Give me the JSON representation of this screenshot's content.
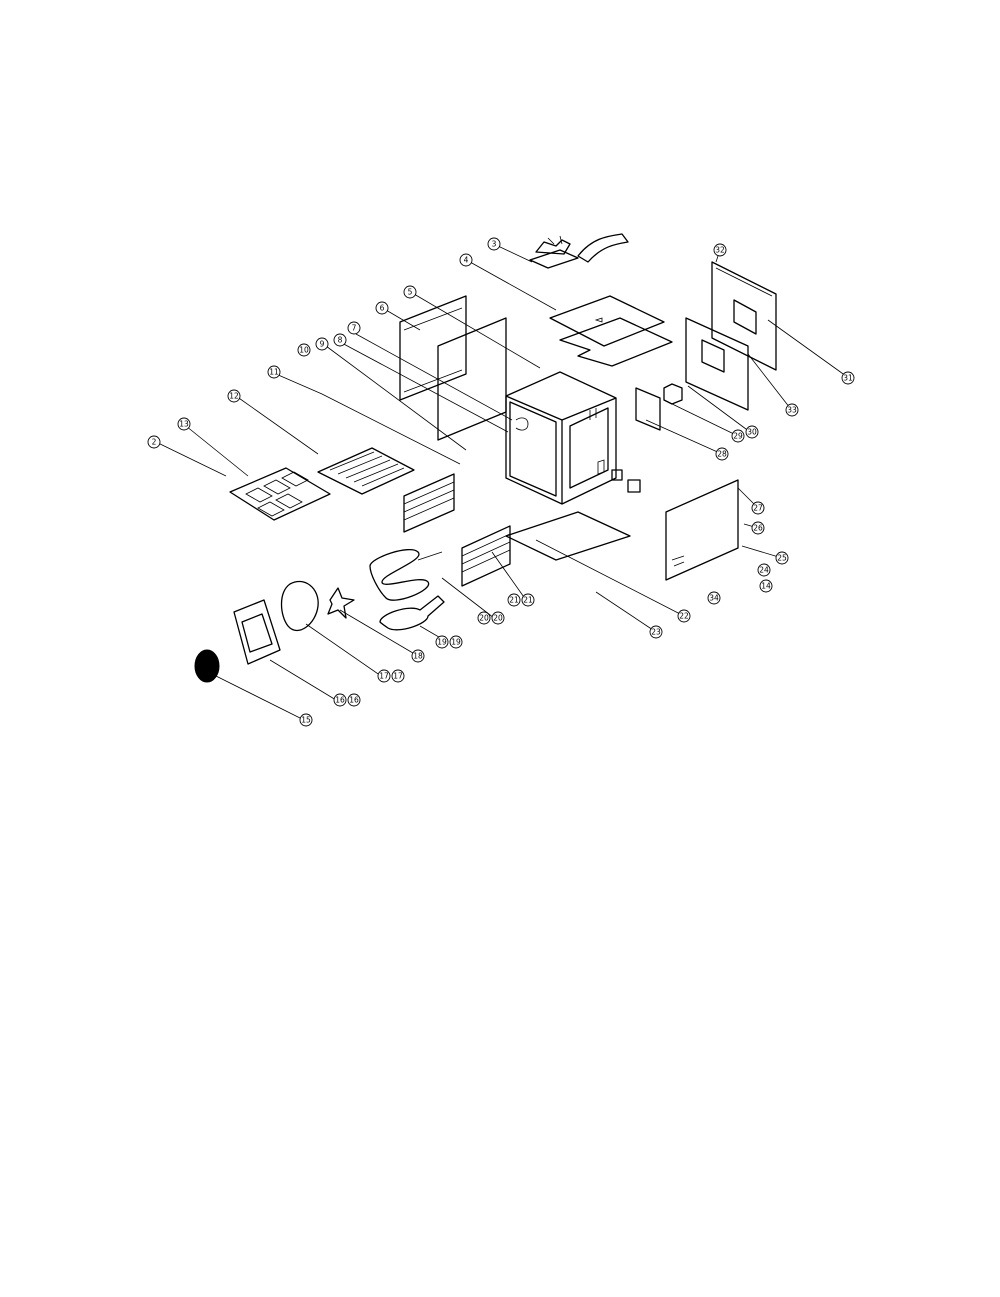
{
  "callouts": [
    {
      "id": "c3",
      "label": "3"
    },
    {
      "id": "c4",
      "label": "4"
    },
    {
      "id": "c5",
      "label": "5"
    },
    {
      "id": "c6",
      "label": "6"
    },
    {
      "id": "c7",
      "label": "7"
    },
    {
      "id": "c8",
      "label": "8"
    },
    {
      "id": "c9",
      "label": "9"
    },
    {
      "id": "c10",
      "label": "10"
    },
    {
      "id": "c11",
      "label": "11"
    },
    {
      "id": "c12",
      "label": "12"
    },
    {
      "id": "c13",
      "label": "13"
    },
    {
      "id": "c2",
      "label": "2"
    },
    {
      "id": "c14",
      "label": "14"
    },
    {
      "id": "c15",
      "label": "15"
    },
    {
      "id": "c16",
      "label": "16"
    },
    {
      "id": "c16b",
      "label": "16"
    },
    {
      "id": "c17",
      "label": "17"
    },
    {
      "id": "c17b",
      "label": "17"
    },
    {
      "id": "c18",
      "label": "18"
    },
    {
      "id": "c19",
      "label": "19"
    },
    {
      "id": "c19b",
      "label": "19"
    },
    {
      "id": "c20",
      "label": "20"
    },
    {
      "id": "c20b",
      "label": "20"
    },
    {
      "id": "c21",
      "label": "21"
    },
    {
      "id": "c21b",
      "label": "21"
    },
    {
      "id": "c22",
      "label": "22"
    },
    {
      "id": "c23",
      "label": "23"
    },
    {
      "id": "c24",
      "label": "24"
    },
    {
      "id": "c25",
      "label": "25"
    },
    {
      "id": "c26",
      "label": "26"
    },
    {
      "id": "c27",
      "label": "27"
    },
    {
      "id": "c28",
      "label": "28"
    },
    {
      "id": "c29",
      "label": "29"
    },
    {
      "id": "c30",
      "label": "30"
    },
    {
      "id": "c31",
      "label": "31"
    },
    {
      "id": "c32",
      "label": "32"
    },
    {
      "id": "c33",
      "label": "33"
    },
    {
      "id": "c34",
      "label": "34"
    }
  ]
}
